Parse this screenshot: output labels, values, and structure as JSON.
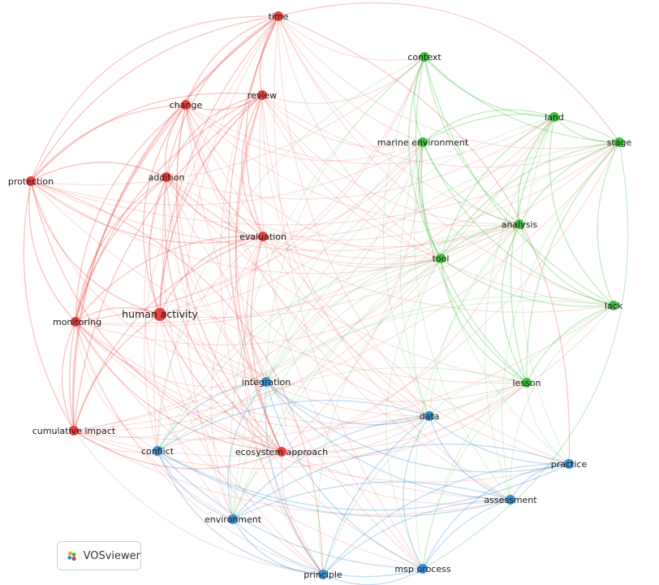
{
  "app": {
    "badge_label": "VOSviewer",
    "badge_icon": "vosviewer-logo-icon"
  },
  "colors": {
    "red": "#e8413f",
    "green": "#3fbf3a",
    "blue": "#3a8fd1"
  },
  "nodes": [
    {
      "id": "time",
      "label": "time",
      "cluster": "red"
    },
    {
      "id": "change",
      "label": "change",
      "cluster": "red"
    },
    {
      "id": "review",
      "label": "review",
      "cluster": "red"
    },
    {
      "id": "addition",
      "label": "addition",
      "cluster": "red"
    },
    {
      "id": "protection",
      "label": "protection",
      "cluster": "red"
    },
    {
      "id": "evaluation",
      "label": "evaluation",
      "cluster": "red"
    },
    {
      "id": "human-activity",
      "label": "human activity",
      "cluster": "red",
      "big": true
    },
    {
      "id": "monitoring",
      "label": "monitoring",
      "cluster": "red"
    },
    {
      "id": "cumulative-impact",
      "label": "cumulative impact",
      "cluster": "red"
    },
    {
      "id": "ecosystem-approach",
      "label": "ecosystem approach",
      "cluster": "red"
    },
    {
      "id": "context",
      "label": "context",
      "cluster": "green"
    },
    {
      "id": "land",
      "label": "land",
      "cluster": "green"
    },
    {
      "id": "stage",
      "label": "stage",
      "cluster": "green"
    },
    {
      "id": "marine-environment",
      "label": "marine environment",
      "cluster": "green"
    },
    {
      "id": "analysis",
      "label": "analysis",
      "cluster": "green"
    },
    {
      "id": "tool",
      "label": "tool",
      "cluster": "green"
    },
    {
      "id": "lack",
      "label": "lack",
      "cluster": "green"
    },
    {
      "id": "lesson",
      "label": "lesson",
      "cluster": "green"
    },
    {
      "id": "integration",
      "label": "integration",
      "cluster": "blue"
    },
    {
      "id": "data",
      "label": "data",
      "cluster": "blue"
    },
    {
      "id": "conflict",
      "label": "conflict",
      "cluster": "blue"
    },
    {
      "id": "practice",
      "label": "practice",
      "cluster": "blue"
    },
    {
      "id": "assessment",
      "label": "assessment",
      "cluster": "blue"
    },
    {
      "id": "environment",
      "label": "environment",
      "cluster": "blue"
    },
    {
      "id": "principle",
      "label": "principle",
      "cluster": "blue"
    },
    {
      "id": "msp-process",
      "label": "msp process",
      "cluster": "blue"
    }
  ]
}
